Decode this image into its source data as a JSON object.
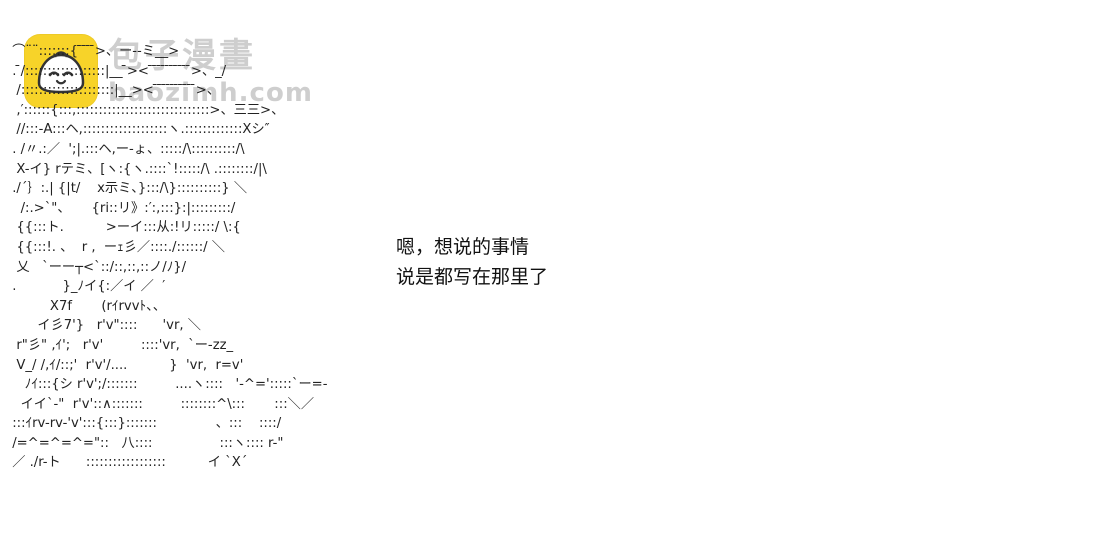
{
  "watermark": {
    "icon": "baozi-mascot-icon",
    "brand_cn": "包子漫畫",
    "brand_en": "baozimh.com",
    "color": "#f7d11e"
  },
  "ascii_art": " ⌒¨¨:::::::{ ̄ ̄ ̄ ̄>、ー‐-ミ__>\n . ̄/::::::::::::::::::|__ ̄>< ̄ ̄ ̄ ̄ ̄ ̄ ̄ ̄ ̄ ̄>、_/\n  /:::::::::::::::::::::|__>< ̄ ̄ ̄ ̄ ̄ ̄ ̄ ̄ ̄ ̄>、\n  ,′::::::{:::,::::::::::::::::::::::::::::::>、三三>、\n  //:::-A:::ヘ,:::::::::::::::::::ヽ.:::::::::::::Xシ″\n . /〃.:／  ';|.:::ヘ,ー-ょ、:::::/\\::::::::::/\\\n  X-イ} rテミ、[ヽ:{ヽ.::::`!:::::/\\ .::::::::/|\\\n ./´｝:.| {|t/    x示ミ、}:::/\\}::::::::::} ＼\n   /:.>`\"、     {ri::リ》:′:,:::}:|:::::::::/\n  {{:::ト.          >ーイ:::从:!リ:::::/ \\:{\n  {{:::!. 、  r ,  ーｪ彡／::::./::::::/ ＼\n  乂   `ーー┬<`::/::,::,::ノ/ﾉ}/\n .           }_ﾉイ{:／イ ／  ′\n          X7f       (rｲrvvﾄ、、\n       イ彡7'}   r'v\"::::      'vr, ＼\n  r\"彡\" ,ｲ';   r'v'         ::::'vr,  `ー‐zz_\n  V_/ /,ｲ/::;'  r'v'/....          }  'vr,  r=v'\n    ﾉｲ:::{シ r'v';/:::::::         ....ヽ::::   '-^=':::::`ー=-\n   イイ`-\"  r'v'::∧:::::::         ::::::::^\\:::       :::＼／\n :::ｲrv-rv-'v':::{:::}:::::::              、:::    ::::/\n /=^=^=^=\"::   八::::                :::ヽ:::: r-\"\n ／ ./r-ト      ::::::::::::::::::          イ `X´",
  "dialogue": {
    "line1": "嗯，想说的事情",
    "line2": "说是都写在那里了"
  }
}
